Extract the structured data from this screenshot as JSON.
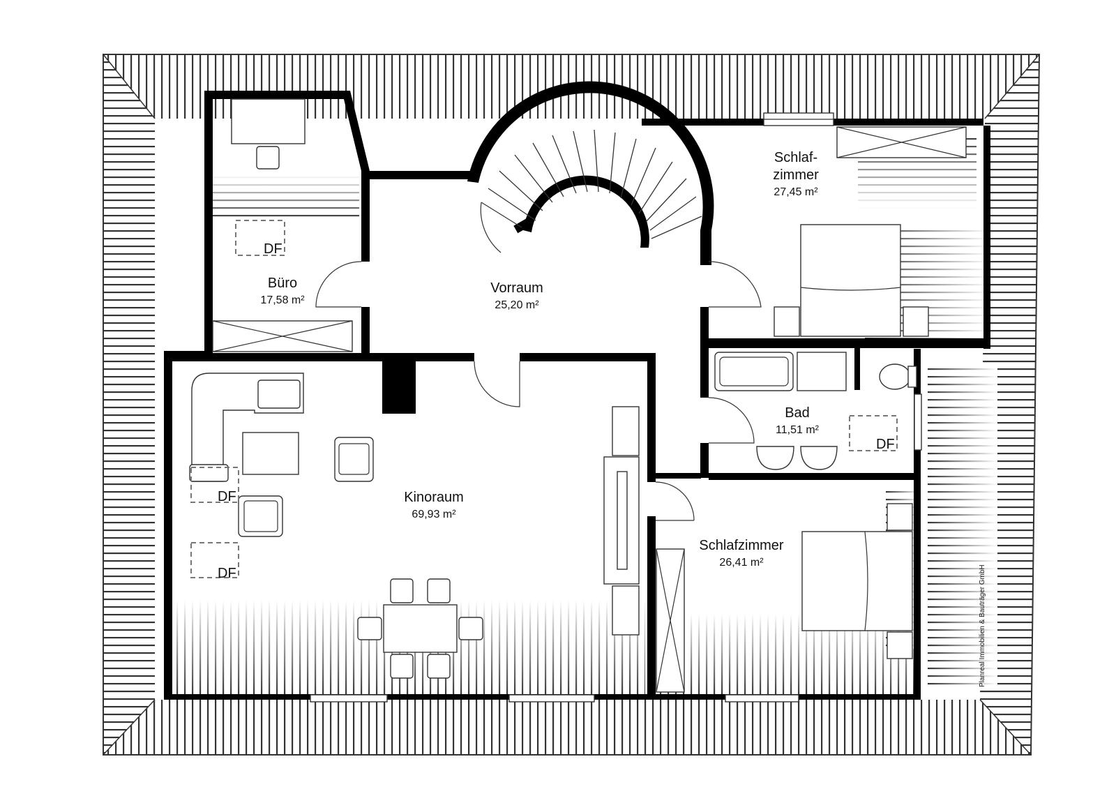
{
  "rooms": {
    "buero": {
      "name": "Büro",
      "area": "17,58 m²"
    },
    "vorraum": {
      "name": "Vorraum",
      "area": "25,20 m²"
    },
    "schlafzimmer1": {
      "name_line1": "Schlaf-",
      "name_line2": "zimmer",
      "area": "27,45 m²"
    },
    "bad": {
      "name": "Bad",
      "area": "11,51 m²"
    },
    "kinoraum": {
      "name": "Kinoraum",
      "area": "69,93 m²"
    },
    "schlafzimmer2": {
      "name": "Schlafzimmer",
      "area": "26,41 m²"
    }
  },
  "skylight_label": "DF",
  "credit": "Planreal Immobilien & Bauträger GmbH",
  "colors": {
    "wall": "#000000",
    "roof_hatch": "#333333",
    "background": "#ffffff"
  }
}
